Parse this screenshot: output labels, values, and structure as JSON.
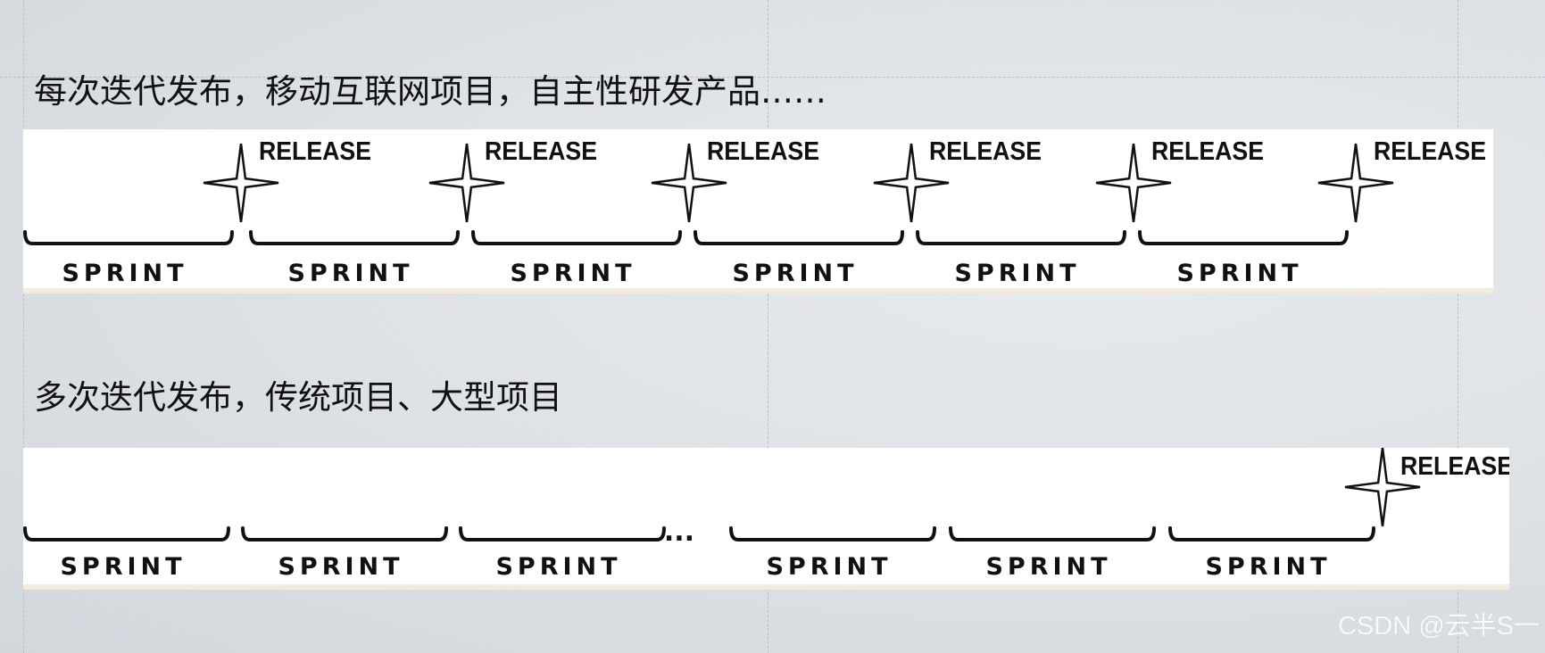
{
  "headings": {
    "top": "每次迭代发布，移动互联网项目，自主性研发产品……",
    "bottom": "多次迭代发布，传统项目、大型项目"
  },
  "diagram_top": {
    "sprint_label": "SPRINT",
    "release_label": "RELEASE",
    "sprint_count": 6,
    "releases_after_each_sprint": true
  },
  "diagram_bottom": {
    "sprint_label": "SPRINT",
    "release_label": "RELEASE",
    "sprints_before_gap": 3,
    "gap_label": "...",
    "sprints_after_gap": 3,
    "release_count": 1
  },
  "watermark": "CSDN @云半S一",
  "colors": {
    "stroke": "#111111",
    "text": "#111111",
    "panel": "#ffffff"
  }
}
